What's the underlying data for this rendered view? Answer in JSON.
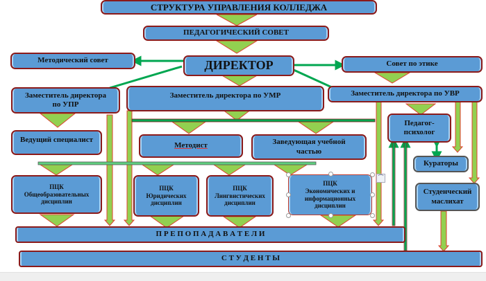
{
  "title": "СТРУКТУРА УПРАВЛЕНИЯ КОЛЛЕДЖА",
  "nodes": {
    "ped_council": "ПЕДАГОГИЧЕСКИЙ СОВЕТ",
    "method_council": "Методический совет",
    "director": "ДИРЕКТОР",
    "ethics_council": "Совет по этике",
    "deputy_upr": [
      "Заместитель директора",
      "по УПР"
    ],
    "deputy_umr": "Заместитель директора по УМР",
    "deputy_uvr": "Заместитель директора по УВР",
    "lead_specialist": "Ведущий специалист",
    "methodist": "Методист",
    "head_studies": [
      "Заведующая учебной",
      "частью"
    ],
    "psychologist": [
      "Педагог-",
      "психолог"
    ],
    "curators": "Кураторы",
    "pck_general": [
      "ПЦК",
      "Общеобразовательных",
      "дисциплин"
    ],
    "pck_law": [
      "ПЦК",
      "Юридических",
      "дисциплин"
    ],
    "pck_ling": [
      "ПЦК",
      "Лингвистических",
      "дисциплин"
    ],
    "pck_econ": [
      "ПЦК",
      "Экономических и",
      "информационных",
      "дисциплин"
    ],
    "student_council": [
      "Студенческий",
      "маслихат"
    ],
    "teachers": "П Р Е П О П А Д А В А Т Е Л И",
    "students": "С Т У Д Е Н Т Ы"
  },
  "colors": {
    "box_fill": "#5b9bd5",
    "box_border": "#8b1a1a",
    "arrow_fill": "#92d050",
    "arrow_stroke": "#e04030",
    "line_green": "#00a650"
  }
}
